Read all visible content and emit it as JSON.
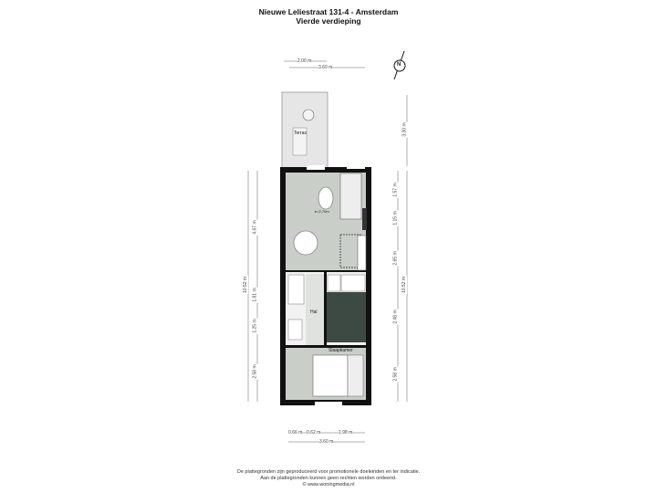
{
  "header": {
    "title": "Nieuwe Leliestraat 131-4 - Amsterdam",
    "subtitle": "Vierde verdieping"
  },
  "compass": {
    "label": "N"
  },
  "rooms": {
    "terrace": "Terras",
    "hall": "Hal",
    "bedroom": "Slaapkamer",
    "living_height": "b=2,70m"
  },
  "dimensions": {
    "top": [
      "2.00 m",
      "3.60 m"
    ],
    "bottom": [
      "0.66 m",
      "0.62 m",
      "1.98 m",
      "3.60 m"
    ],
    "left": [
      "4.67 m",
      "1.81 m",
      "1.25 m",
      "2.58 m",
      "10.52 m"
    ],
    "right": [
      "3.30 m",
      "1.57 m",
      "1.15 m",
      "2.65 m",
      "2.48 m",
      "2.58 m",
      "10.52 m"
    ]
  },
  "footer": {
    "lines": [
      "De plattegronden zijn geproduceerd voor promotionele doeleinden en ter indicatie.",
      "Aan de plattegronden kunnen geen rechten worden ontleend.",
      "© www.woningmedia.nl"
    ]
  },
  "colors": {
    "wall": "#111111",
    "living": "#c9cec9",
    "bathroom": "#3d4a44",
    "terrace": "#e4e4e4"
  }
}
